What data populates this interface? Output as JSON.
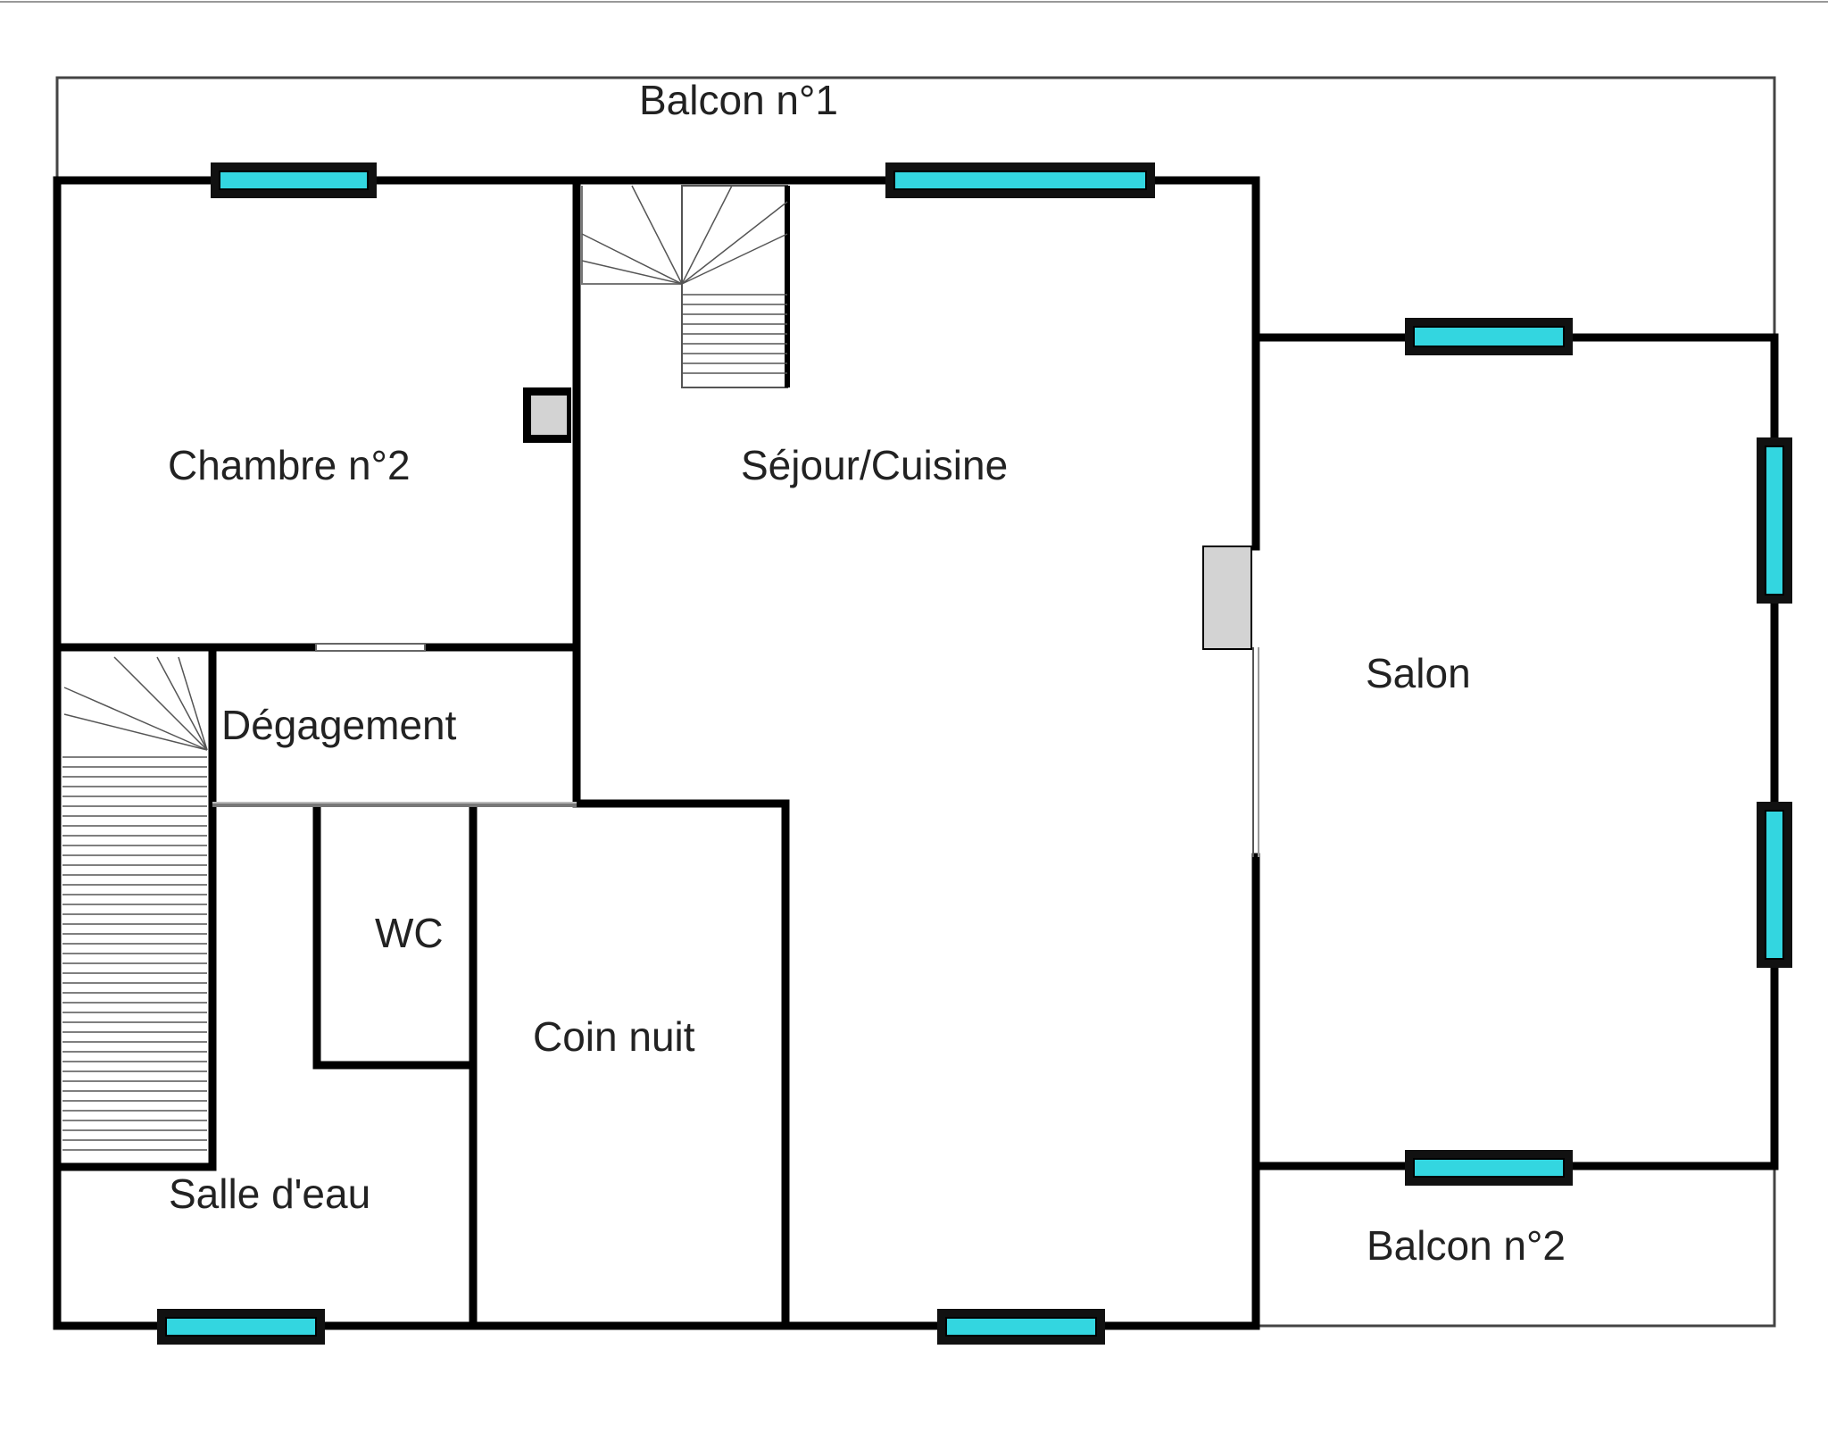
{
  "rooms": {
    "balcon1": "Balcon n°1",
    "chambre2": "Chambre n°2",
    "sejour": "Séjour/Cuisine",
    "salon": "Salon",
    "degagement": "Dégagement",
    "wc": "WC",
    "coin_nuit": "Coin nuit",
    "salle_eau": "Salle d'eau",
    "balcon2": "Balcon n°2"
  },
  "colors": {
    "wall": "#000000",
    "window_glass": "#33d6e0",
    "pillar": "#d3d3d3"
  }
}
